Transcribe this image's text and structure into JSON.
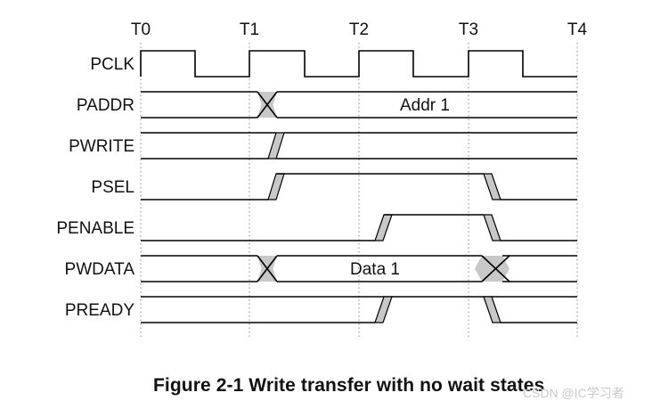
{
  "time_labels": [
    "T0",
    "T1",
    "T2",
    "T3",
    "T4"
  ],
  "signals": [
    {
      "name": "PCLK"
    },
    {
      "name": "PADDR",
      "value_label": "Addr 1"
    },
    {
      "name": "PWRITE"
    },
    {
      "name": "PSEL"
    },
    {
      "name": "PENABLE"
    },
    {
      "name": "PWDATA",
      "value_label": "Data 1"
    },
    {
      "name": "PREADY"
    }
  ],
  "caption": "Figure 2-1 Write transfer with no wait states",
  "watermark": "CSDN @IC学习者",
  "colors": {
    "line": "#000000",
    "transition_fill": "#c8c8c8",
    "guide": "#888888",
    "text": "#111111"
  }
}
